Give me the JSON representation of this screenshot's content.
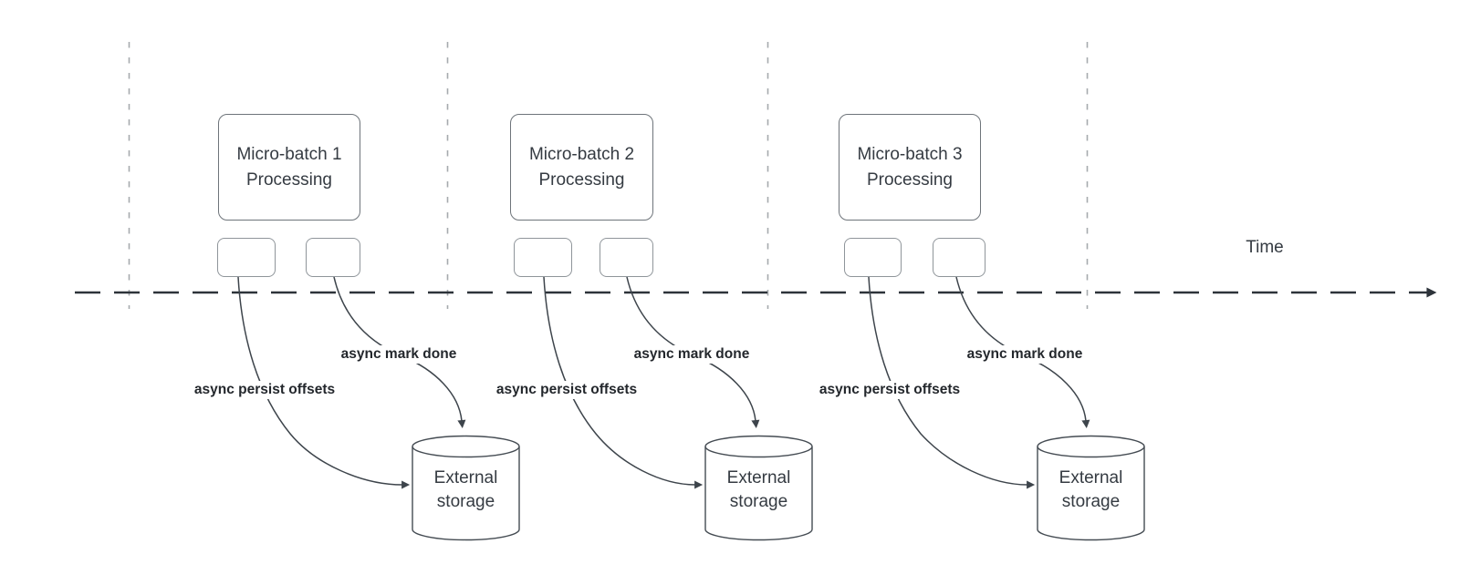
{
  "canvas": {
    "background": "#ffffff"
  },
  "colors": {
    "timeline_stroke": "#2d333a",
    "divider_stroke": "#a6aaae",
    "edge_stroke": "#3d444b",
    "node_border": "#6e747a",
    "task_border": "#8f959a",
    "cylinder_border": "#454c53",
    "node_text": "#353b42",
    "edge_label_text": "#23272c"
  },
  "icons": {
    "timeline_arrowhead": "right-filled-triangle",
    "edge_arrowhead": "filled-triangle"
  },
  "timeline": {
    "label": "Time"
  },
  "groups": [
    {
      "title": "Micro-batch 1\nProcessing",
      "persist_label": "async persist offsets",
      "done_label": "async mark done",
      "storage": "External\nstorage"
    },
    {
      "title": "Micro-batch 2\nProcessing",
      "persist_label": "async persist offsets",
      "done_label": "async mark done",
      "storage": "External\nstorage"
    },
    {
      "title": "Micro-batch 3\nProcessing",
      "persist_label": "async persist offsets",
      "done_label": "async mark done",
      "storage": "External\nstorage"
    }
  ]
}
